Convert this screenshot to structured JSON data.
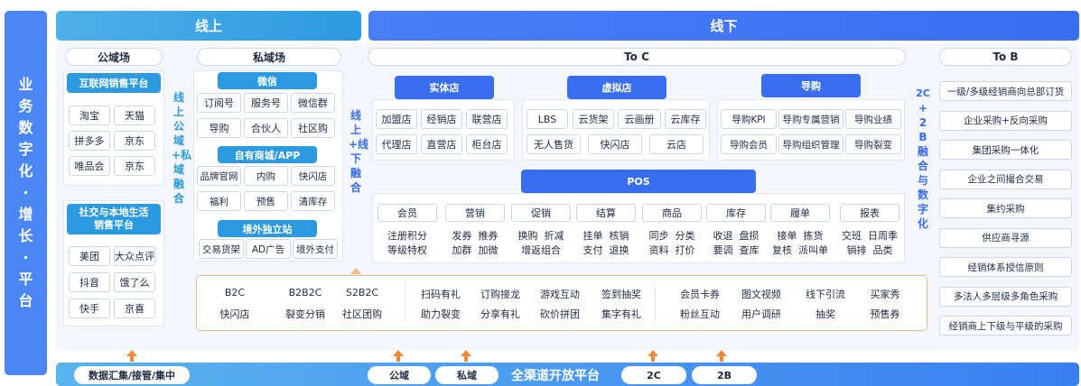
{
  "side_title": "业务数字化·增长·平台",
  "online": {
    "title": "线上",
    "public": {
      "head": "公域场",
      "group1_title": "互联网销售平台",
      "group1_items": [
        "淘宝",
        "天猫",
        "拼多多",
        "京东",
        "唯品会",
        "京东"
      ],
      "group2_title": "社交与本地生活\n销售平台",
      "group2_items": [
        "美团",
        "大众点评",
        "抖音",
        "饿了么",
        "快手",
        "京喜"
      ]
    },
    "link_label": "线上公域+私域融合",
    "private": {
      "head": "私域场",
      "wechat_title": "微信",
      "wechat_items": [
        "订阅号",
        "服务号",
        "微信群",
        "导购",
        "合伙人",
        "社区购"
      ],
      "app_title": "自有商城/APP",
      "app_items": [
        "品牌官网",
        "内购",
        "快闪店",
        "福利",
        "预售",
        "清库存"
      ],
      "overseas_title": "境外独立站",
      "overseas_items": [
        "交易货架",
        "AD广告",
        "境外支付"
      ]
    }
  },
  "online_offline_link": "线上+线下融合",
  "offline": {
    "title": "线下",
    "toc_head": "To C",
    "physical_title": "实体店",
    "physical_items": [
      "加盟店",
      "经销店",
      "联营店",
      "代理店",
      "直营店",
      "柜台店"
    ],
    "virtual_title": "虚拟店",
    "virtual_items": [
      "LBS",
      "云货架",
      "云画册",
      "云库存",
      "无人售货",
      "快闪店",
      "云店"
    ],
    "guide_title": "导购",
    "guide_items": [
      "导购KPI",
      "导购专属营销",
      "导购业绩",
      "导购会员",
      "导购组织管理",
      "导购裂变"
    ],
    "pos_title": "POS",
    "pos_cols": [
      {
        "head": "会员",
        "lines": [
          "注册积分",
          "等级特权"
        ]
      },
      {
        "head": "营销",
        "lines": [
          "发券  推券",
          "加群  加微"
        ]
      },
      {
        "head": "促销",
        "lines": [
          "换购  折减",
          "增返组合"
        ]
      },
      {
        "head": "结算",
        "lines": [
          "挂单  核销",
          "支付  退换"
        ]
      },
      {
        "head": "商品",
        "lines": [
          "同步  分类",
          "资料  打价"
        ]
      },
      {
        "head": "库存",
        "lines": [
          "收退  盘损",
          "要调  查库"
        ]
      },
      {
        "head": "履单",
        "lines": [
          "接单  拣货",
          "复核  派叫单"
        ]
      },
      {
        "head": "报表",
        "lines": [
          "交班  日周季",
          "销排  品类"
        ]
      }
    ],
    "fusion_label_prefix": "2C",
    "fusion_label_plus": "+",
    "fusion_label": "2B融合与数字化",
    "tob_head": "To B",
    "tob_items": [
      "一级/多级经销商向总部订货",
      "企业采购+反向采购",
      "集团采购一体化",
      "企业之间撮合交易",
      "集约采购",
      "供应商寻源",
      "经销体系授信原则",
      "多法人多层级多角色采购",
      "经销商上下级与平级的采购"
    ]
  },
  "capabilities": {
    "group1": [
      [
        "B2C",
        "B2B2C",
        "S2B2C"
      ],
      [
        "快闪店",
        "裂变分销",
        "社区团购"
      ]
    ],
    "group2": [
      [
        "扫码有礼",
        "订购接龙",
        "游戏互动",
        "签到抽奖"
      ],
      [
        "助力裂变",
        "分享有礼",
        "砍价拼团",
        "集字有礼"
      ]
    ],
    "group3": [
      [
        "会员卡券",
        "图文视频",
        "线下引流",
        "买家秀"
      ],
      [
        "粉丝互动",
        "用户调研",
        "抽奖",
        "预售券"
      ]
    ]
  },
  "bottom": {
    "left_label": "数据汇集/接管/集中",
    "public": "公域",
    "private": "私域",
    "center": "全渠道开放平台",
    "to_c": "2C",
    "to_b": "2B"
  },
  "colors": {
    "online": "#2c9ae0",
    "offline": "#3a6ef0",
    "side": "#4a87f5",
    "arrow": "#f08a37"
  }
}
